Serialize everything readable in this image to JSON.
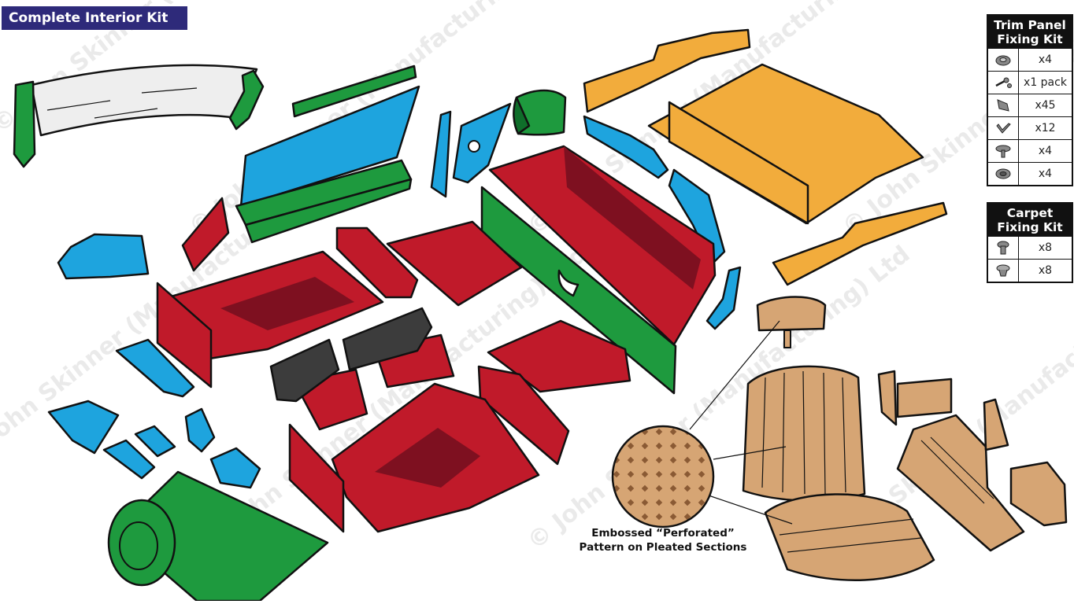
{
  "title": "Complete Interior Kit",
  "watermark": "© John Skinner (Manufacturing) Ltd",
  "trim_kit": {
    "heading_line1": "Trim Panel",
    "heading_line2": "Fixing Kit",
    "rows": [
      {
        "icon": "round-trim-clip-icon",
        "qty": "x4"
      },
      {
        "icon": "screw-pack-icon",
        "qty": "x1 pack"
      },
      {
        "icon": "panel-clip-icon",
        "qty": "x45"
      },
      {
        "icon": "bent-clip-icon",
        "qty": "x12"
      },
      {
        "icon": "push-stud-icon",
        "qty": "x4"
      },
      {
        "icon": "cup-washer-icon",
        "qty": "x4"
      }
    ]
  },
  "carpet_kit": {
    "heading_line1": "Carpet",
    "heading_line2": "Fixing Kit",
    "rows": [
      {
        "icon": "carpet-stud-icon",
        "qty": "x8"
      },
      {
        "icon": "carpet-socket-icon",
        "qty": "x8"
      }
    ]
  },
  "caption": {
    "line1": "Embossed “Perforated”",
    "line2": "Pattern on Pleated Sections"
  },
  "colors": {
    "title_bg": "#2e2a7a",
    "red_carpet": "#c01a2a",
    "red_shadow": "#7e1020",
    "blue_panels": "#1ea4de",
    "green_trim": "#1e9a3e",
    "orange_boards": "#f2ac3c",
    "tan_seats": "#d6a574",
    "grey_headlining": "#eeeeee",
    "dark_grey": "#3c3c3c"
  }
}
